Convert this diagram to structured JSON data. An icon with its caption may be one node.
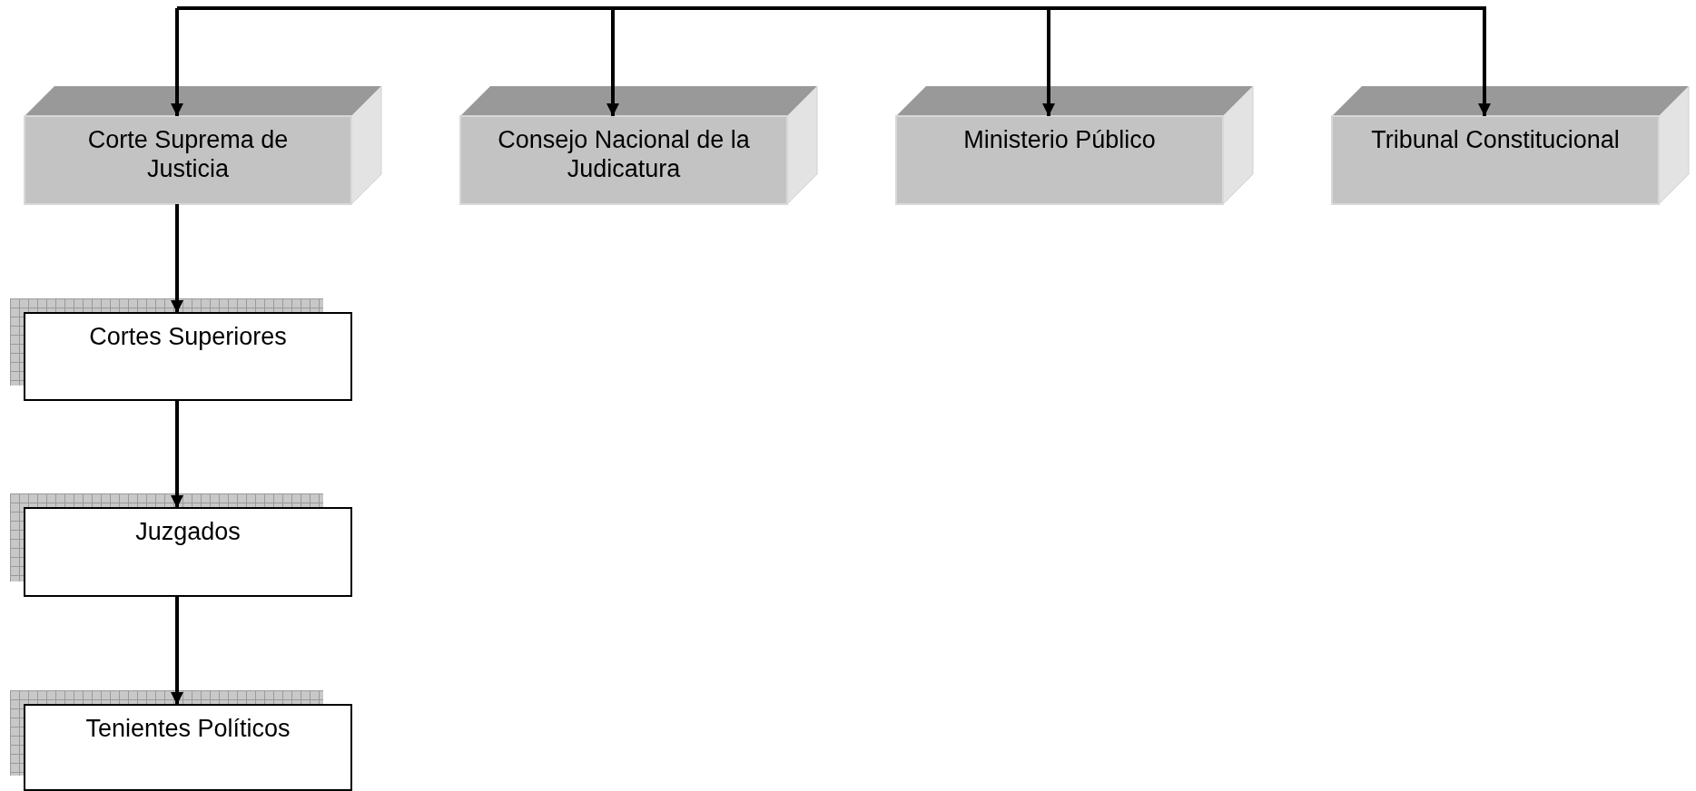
{
  "diagram": {
    "nodes": [
      {
        "text": [
          "Corte Suprema de Justicia"
        ]
      },
      {
        "text": [
          "Consejo Nacional de la Judicatura"
        ]
      },
      {
        "text": [
          "Ministerio Público"
        ]
      },
      {
        "text": [
          "Tribunal Constitucional"
        ]
      },
      {
        "text": [
          "Cortes Superiores"
        ]
      },
      {
        "text": [
          "Juzgados"
        ]
      },
      {
        "text": [
          "Tenientes Políticos"
        ]
      }
    ],
    "edges": [
      {
        "from": null,
        "to": 0,
        "arrow": "to"
      },
      {
        "from": null,
        "to": 1,
        "arrow": "to"
      },
      {
        "from": null,
        "to": 2,
        "arrow": "to"
      },
      {
        "from": null,
        "to": 3,
        "arrow": "to"
      },
      {
        "from": 0,
        "to": 4,
        "arrow": "to"
      },
      {
        "from": 4,
        "to": 5,
        "arrow": "to"
      },
      {
        "from": 5,
        "to": 6,
        "arrow": "to"
      }
    ]
  }
}
